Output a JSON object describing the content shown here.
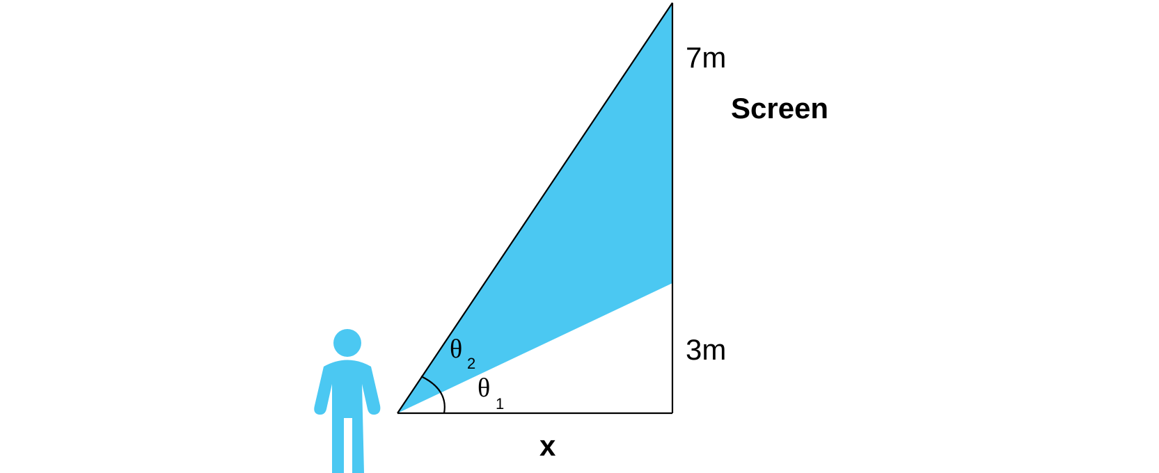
{
  "labels": {
    "screen": "Screen",
    "top_height": "7m",
    "bottom_height": "3m",
    "distance": "x",
    "theta_symbol": "θ",
    "theta2_sub": "2",
    "theta1_sub": "1"
  },
  "colors": {
    "fill": "#4BC8F2",
    "line": "#000000",
    "background": "#FFFFFF"
  },
  "icons": {
    "person": "person-icon"
  }
}
